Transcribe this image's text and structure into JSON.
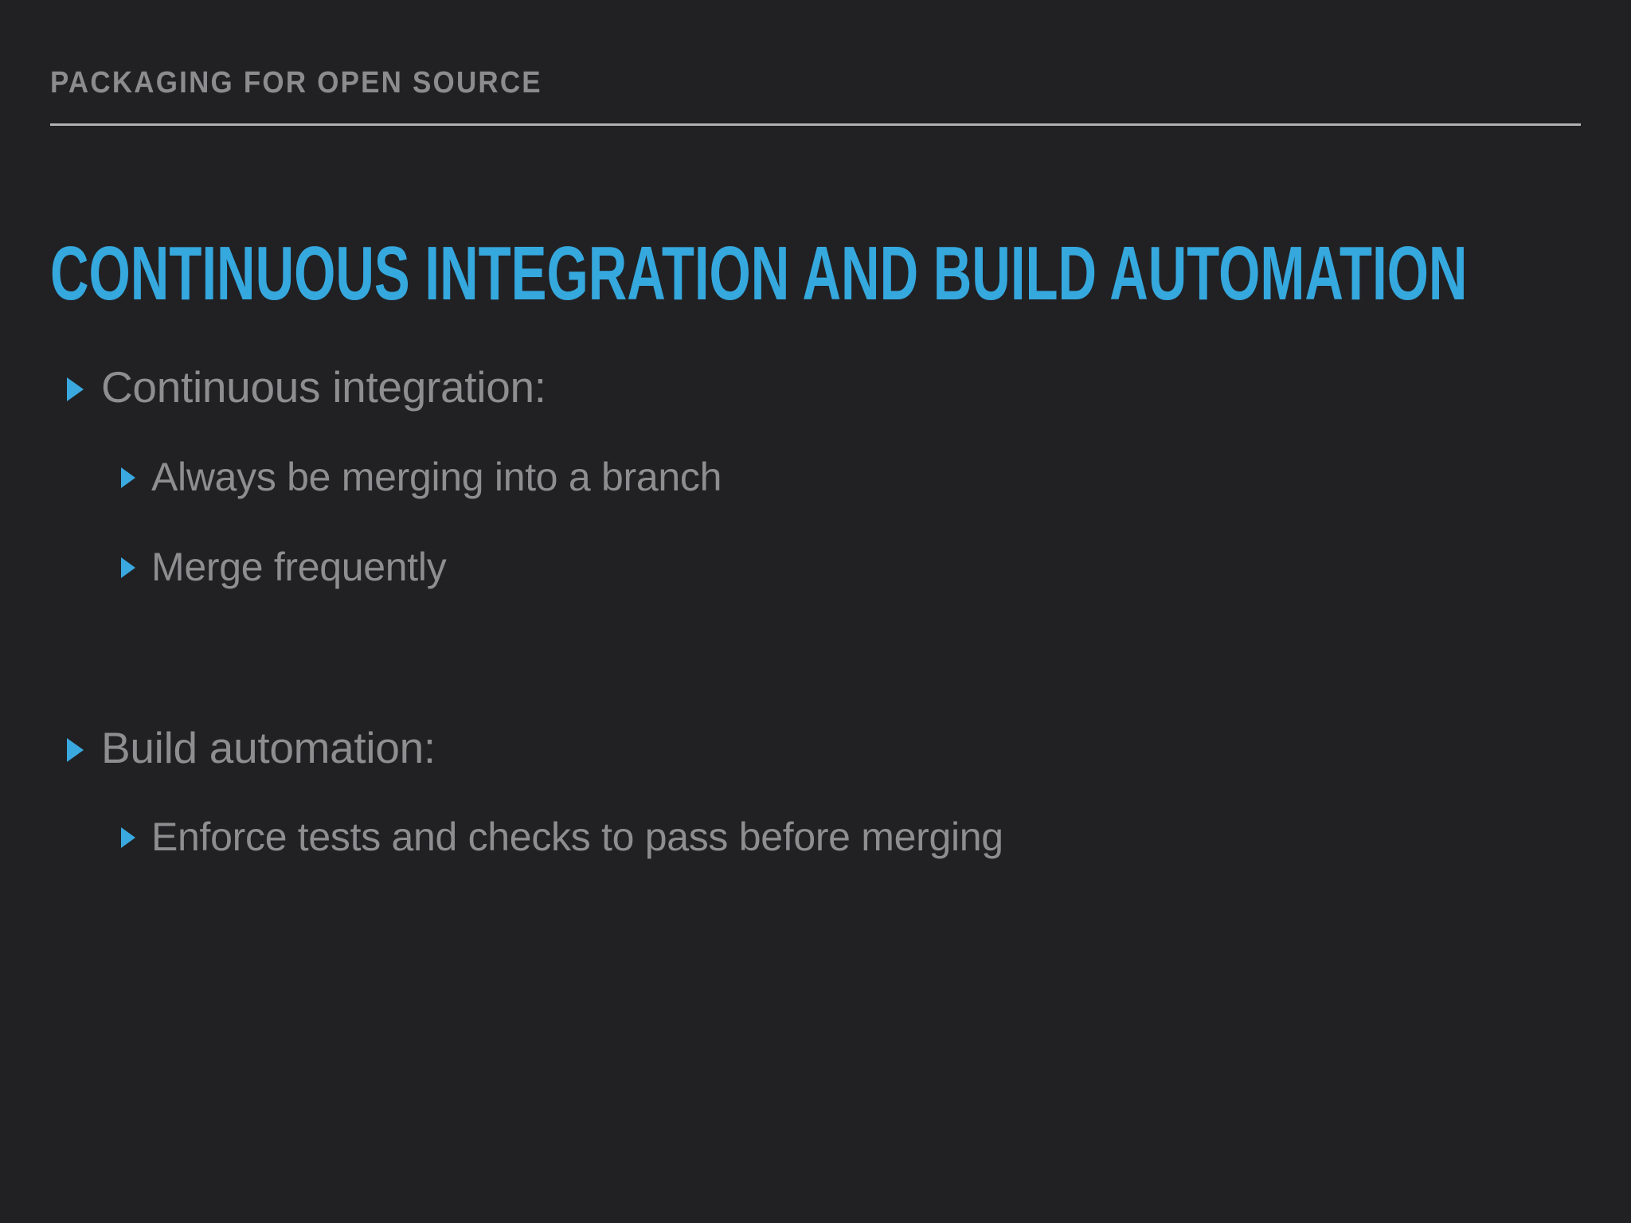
{
  "slide": {
    "background_color": "#212124",
    "accent_color": "#35a8de",
    "text_color": "#8e8e90",
    "rule_color": "#b2b2b2",
    "kicker": "PACKAGING FOR OPEN SOURCE",
    "title": "CONTINUOUS INTEGRATION AND BUILD AUTOMATION",
    "bullets": [
      {
        "level": 1,
        "marker": "triangle-right-icon",
        "text": "Continuous integration:"
      },
      {
        "level": 2,
        "marker": "triangle-right-icon",
        "text": "Always be merging into a branch"
      },
      {
        "level": 2,
        "marker": "triangle-right-icon",
        "text": "Merge frequently"
      },
      {
        "level": 1,
        "marker": "triangle-right-icon",
        "text": "Build automation:"
      },
      {
        "level": 2,
        "marker": "triangle-right-icon",
        "text": "Enforce tests and checks to pass before merging"
      }
    ]
  }
}
